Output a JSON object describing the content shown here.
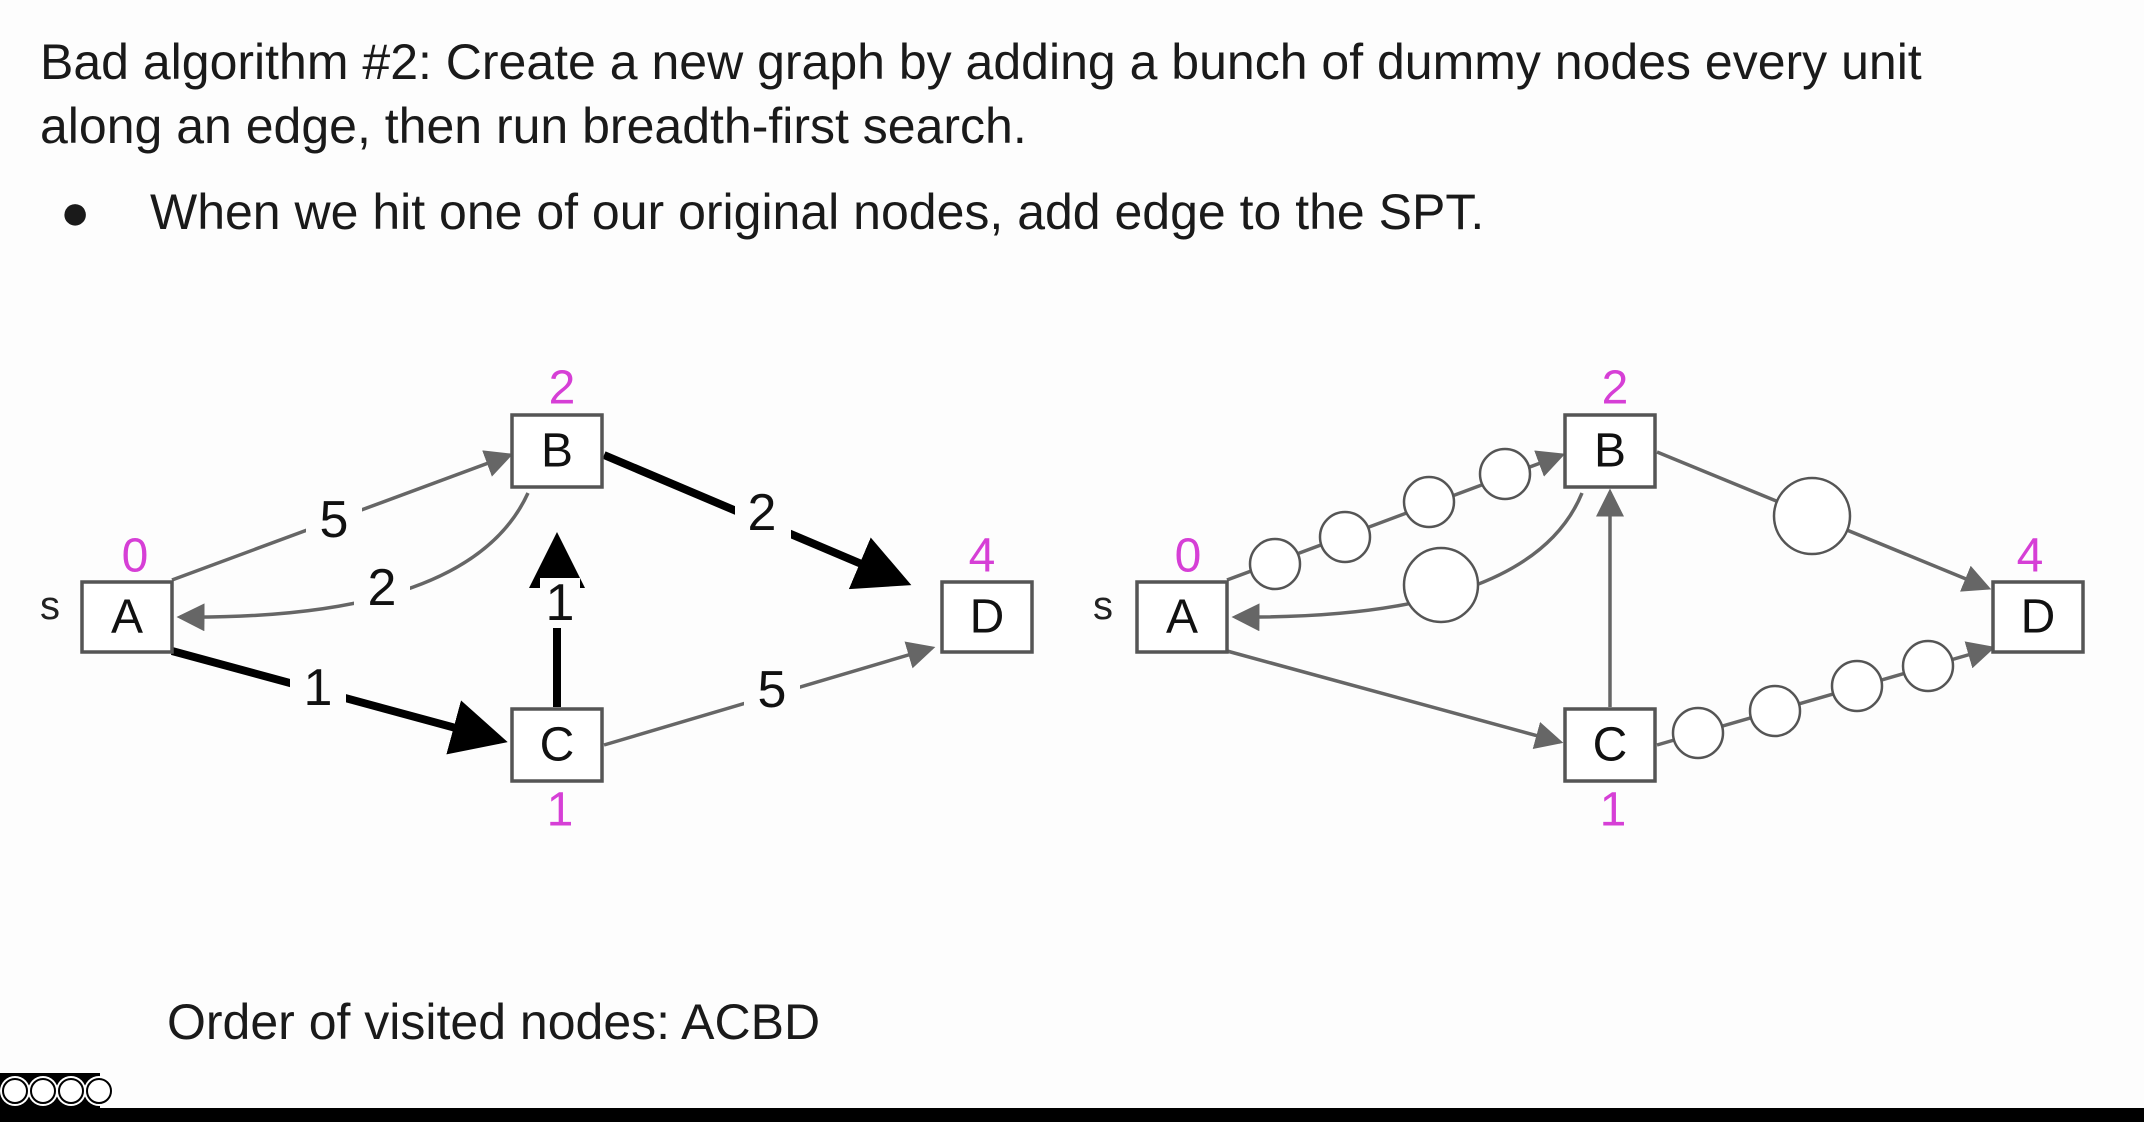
{
  "slide": {
    "title": "Bad algorithm #2: Create a new graph by adding a bunch of dummy nodes every unit along an edge, then run breadth-first search.",
    "bullet": "When we hit one of our original nodes, add edge to the SPT.",
    "bullet_symbol": "●",
    "footer": "Order of visited nodes: ACBD"
  },
  "colors": {
    "distance": "#d63fd6",
    "edge": "#666666",
    "spt_edge": "#000000"
  },
  "graph_left": {
    "source_label": "s",
    "nodes": [
      {
        "id": "A",
        "dist": "0"
      },
      {
        "id": "B",
        "dist": "2"
      },
      {
        "id": "C",
        "dist": "1"
      },
      {
        "id": "D",
        "dist": "4"
      }
    ],
    "edges": [
      {
        "from": "A",
        "to": "B",
        "weight": "5",
        "spt": false
      },
      {
        "from": "B",
        "to": "A",
        "weight": "2",
        "spt": false
      },
      {
        "from": "A",
        "to": "C",
        "weight": "1",
        "spt": true
      },
      {
        "from": "C",
        "to": "B",
        "weight": "1",
        "spt": true
      },
      {
        "from": "B",
        "to": "D",
        "weight": "2",
        "spt": true
      },
      {
        "from": "C",
        "to": "D",
        "weight": "5",
        "spt": false
      }
    ]
  },
  "graph_right": {
    "source_label": "s",
    "nodes": [
      {
        "id": "A",
        "dist": "0"
      },
      {
        "id": "B",
        "dist": "2"
      },
      {
        "id": "C",
        "dist": "1"
      },
      {
        "id": "D",
        "dist": "4"
      }
    ],
    "edges": [
      {
        "from": "A",
        "to": "B",
        "dummy_nodes": 4
      },
      {
        "from": "B",
        "to": "A",
        "dummy_nodes": 1
      },
      {
        "from": "A",
        "to": "C",
        "dummy_nodes": 0
      },
      {
        "from": "C",
        "to": "B",
        "dummy_nodes": 0
      },
      {
        "from": "B",
        "to": "D",
        "dummy_nodes": 1
      },
      {
        "from": "C",
        "to": "D",
        "dummy_nodes": 4
      }
    ]
  },
  "license": {
    "icons": [
      "cc",
      "by",
      "nc",
      "sa"
    ]
  }
}
